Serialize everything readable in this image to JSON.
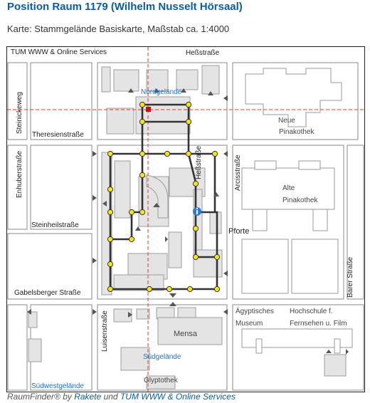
{
  "header": {
    "title": "Position Raum 1179 (Wilhelm Nusselt Hörsaal)",
    "subtitle": "Karte: Stammgelände Basiskarte, Maßstab ca. 1:4000"
  },
  "map": {
    "labels": {
      "tum_www": "TUM WWW & Online Services",
      "hessstrasse_top": "Heßstraße",
      "steinickeweg": "Steinickeweg",
      "theresienstrasse": "Theresienstraße",
      "enhuberstrasse": "Enhuberstraße",
      "steinheilstrasse": "Steinheilstraße",
      "gabelsberger": "Gabelsberger Straße",
      "luisenstrasse": "Luisenstraße",
      "arcisstrasse": "Arcisstraße",
      "hessstrasse_inner": "Heßstraße",
      "barer_strasse": "Barer Straße",
      "pforte": "Pforte",
      "neue": "Neue",
      "pinakothek_neue": "Pinakothek",
      "alte": "Alte",
      "pinakothek_alte": "Pinakothek",
      "aegypt_1": "Ägyptisches",
      "aegypt_2": "Museum",
      "hochschule_1": "Hochschule f.",
      "hochschule_2": "Fernsehen u. Film",
      "mensa": "Mensa",
      "glyptothek": "Glyptothek",
      "nordgelaende": "Nordgelände",
      "suedgelaende": "Südgelände",
      "suedwestgelaende": "Südwestgelände"
    },
    "info_icon": "info-marker-icon",
    "position_marker": "room-position-marker",
    "colors": {
      "route": "#333333",
      "node": "#f2e51a",
      "crosshair": "#e53935",
      "building_fill": "#e4e4e4",
      "area_label": "#1a73c6"
    }
  },
  "footer": {
    "prefix": "RaumFinder® by ",
    "link1": "Rakete",
    "middle": " und ",
    "link2": "TUM WWW & Online Services"
  }
}
